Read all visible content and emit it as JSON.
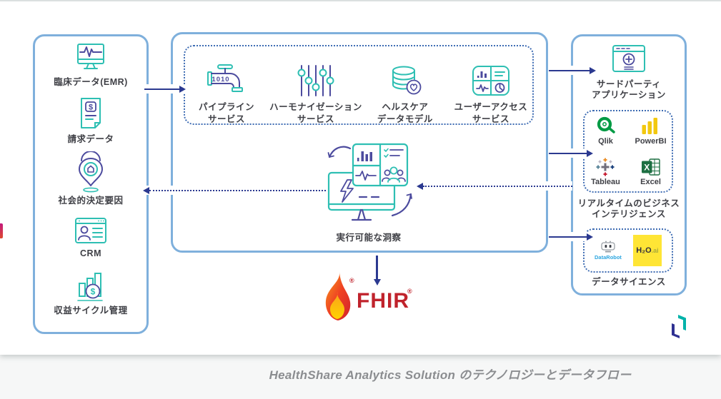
{
  "left_panel": {
    "items": [
      {
        "icon": "emr-monitor-icon",
        "label": "臨床データ(EMR)"
      },
      {
        "icon": "billing-document-icon",
        "label": "請求データ"
      },
      {
        "icon": "social-determinants-pin-icon",
        "label": "社会的決定要因"
      },
      {
        "icon": "crm-window-icon",
        "label": "CRM"
      },
      {
        "icon": "revenue-chart-icon",
        "label": "収益サイクル管理"
      }
    ]
  },
  "pipeline_box": {
    "pipe_display": "1010",
    "services": [
      {
        "icon": "pipeline-faucet-icon",
        "label_line1": "パイプライン",
        "label_line2": "サービス"
      },
      {
        "icon": "harmonization-sliders-icon",
        "label_line1": "ハーモナイゼーション",
        "label_line2": "サービス"
      },
      {
        "icon": "healthcare-database-icon",
        "label_line1": "ヘルスケア",
        "label_line2": "データモデル"
      },
      {
        "icon": "user-access-dashboard-icon",
        "label_line1": "ユーザーアクセス",
        "label_line2": "サービス"
      }
    ],
    "insight_label": "実行可能な洞察"
  },
  "fhir": {
    "name": "FHIR",
    "registered": "®"
  },
  "right_panel": {
    "third_party": {
      "label_line1": "サードパーティ",
      "label_line2": "アプリケーション"
    },
    "business_intelligence": {
      "tools": [
        {
          "name": "Qlik"
        },
        {
          "name": "PowerBI"
        },
        {
          "name": "Tableau"
        },
        {
          "name": "Excel"
        }
      ],
      "label_line1": "リアルタイムのビジネス",
      "label_line2": "インテリジェンス"
    },
    "data_science": {
      "datarobot": "DataRobot",
      "h2o_main": "H₂O",
      "h2o_suffix": ".ai",
      "label": "データサイエンス"
    }
  },
  "caption": "HealthShare Analytics Solution のテクノロジーとデータフロー",
  "colors": {
    "panel_border": "#7FB0DC",
    "dotted_border": "#3E6CB3",
    "arrow_navy": "#2B3990",
    "icon_teal": "#2EBFB3",
    "icon_indigo": "#4C4B9E",
    "fhir_red": "#C0232C",
    "qlik_green": "#009A44",
    "powerbi_yellow": "#F2C80F",
    "excel_green": "#1D6F42",
    "h2o_yellow": "#FFE535",
    "datarobot_blue": "#2CA6E0",
    "magenta_accent": "#C4187E",
    "caption_gray": "#8B8D90"
  }
}
